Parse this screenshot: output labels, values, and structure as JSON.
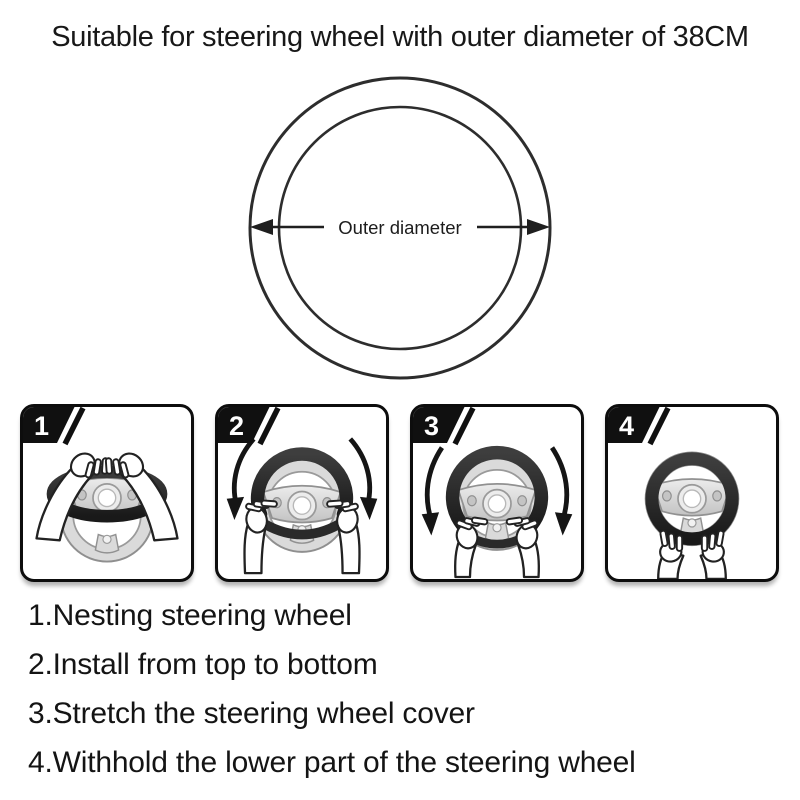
{
  "title": "Suitable for steering wheel with outer diameter of 38CM",
  "diagram": {
    "label": "Outer diameter"
  },
  "steps": {
    "badges": [
      "1",
      "2",
      "3",
      "4"
    ]
  },
  "instructions": {
    "items": [
      "1.Nesting steering wheel",
      "2.Install from top to bottom",
      "3.Stretch the steering wheel cover",
      "4.Withhold the lower part of the steering wheel"
    ]
  },
  "colors": {
    "text": "#161616",
    "line": "#2d2d2d",
    "cover_black": "#232323",
    "wheel_gray": "#dadada",
    "badge_bg": "#101010",
    "badge_text": "#ffffff"
  }
}
